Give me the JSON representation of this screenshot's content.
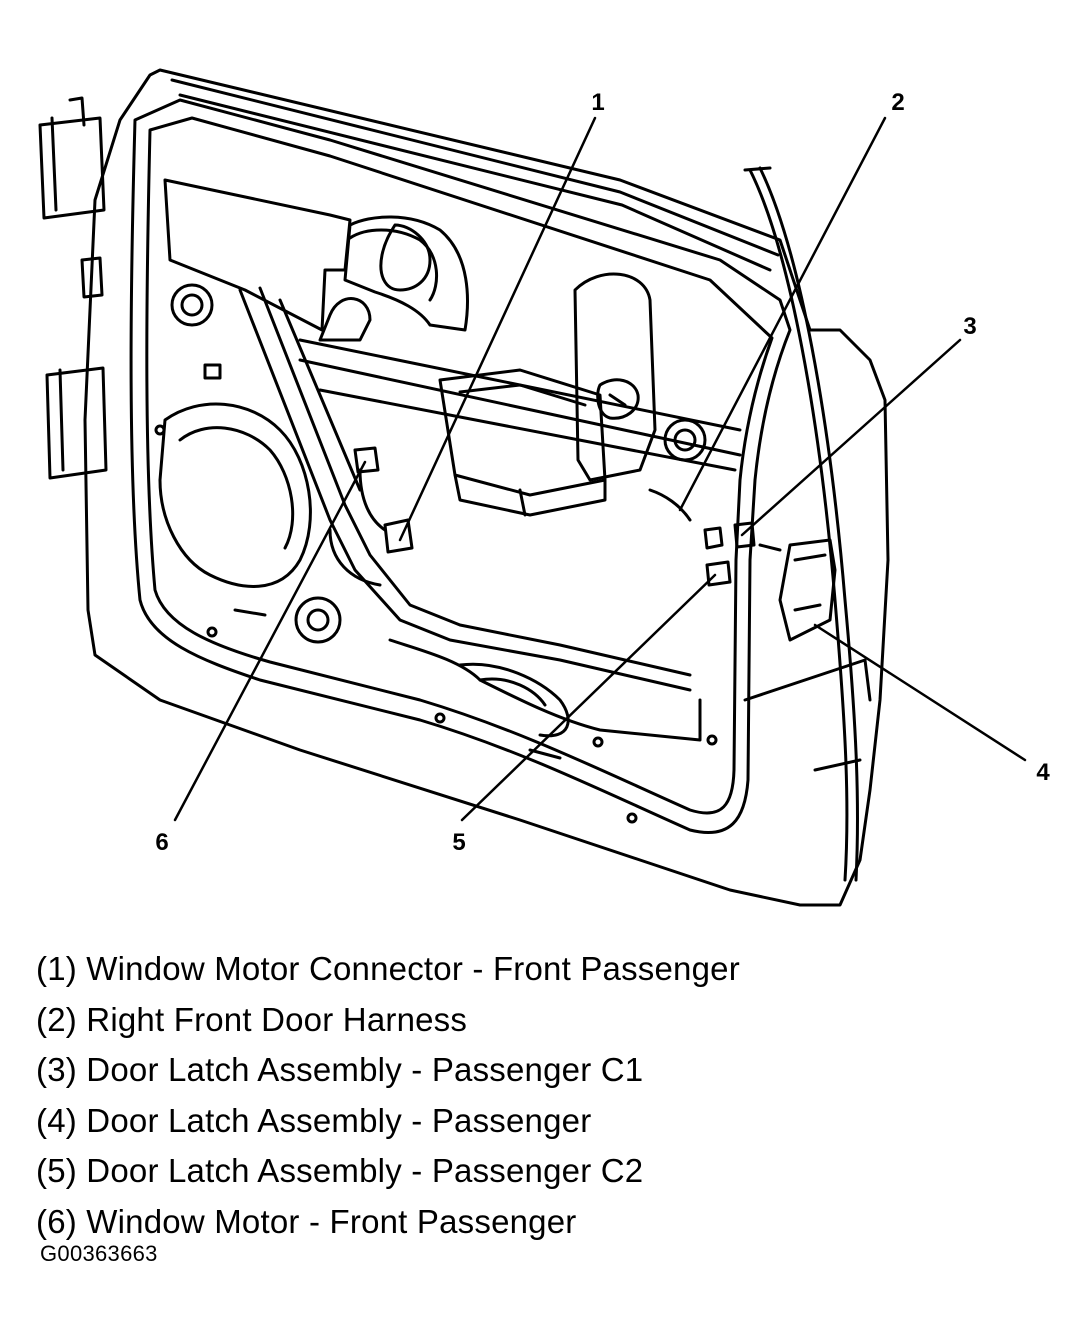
{
  "callouts": [
    "1",
    "2",
    "3",
    "4",
    "5",
    "6"
  ],
  "legend": [
    "(1) Window Motor Connector - Front Passenger",
    "(2) Right Front Door Harness",
    "(3) Door Latch Assembly - Passenger C1",
    "(4) Door Latch Assembly - Passenger",
    "(5) Door Latch Assembly - Passenger C2",
    "(6) Window Motor - Front Passenger"
  ],
  "figure_id": "G00363663",
  "colors": {
    "line": "#000000",
    "background": "#ffffff"
  }
}
